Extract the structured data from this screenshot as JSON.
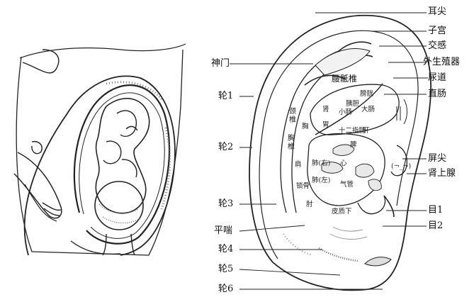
{
  "right_labels": {
    "ear_apex": "耳尖",
    "uterus": "子宫",
    "sympathetic": "交感",
    "external_genitalia": "外生殖器",
    "urethra": "尿道",
    "rectum": "直肠",
    "tragus_apex": "屏尖",
    "adrenal": "肾上腺",
    "eye1": "目1",
    "eye2": "目2"
  },
  "left_labels": {
    "shenmen": "神门",
    "helix1": "轮1",
    "helix2": "轮2",
    "helix3": "轮3",
    "antitragus_apex": "平喘",
    "helix4": "轮4",
    "helix5": "轮5",
    "helix6": "轮6"
  },
  "inner_labels": {
    "lumbosacral_spine": "腰骶椎",
    "pancreas": "胰胆",
    "bladder": "膀胱",
    "small_intestine": "小肠",
    "large_intestine": "大肠",
    "kidney": "肾",
    "stomach": "胃",
    "duodenum": "十二指肠",
    "liver": "肝",
    "lung_right": "肺(右)",
    "lung_left": "肺(左)",
    "heart": "心",
    "trachea": "气管",
    "spleen": "脾",
    "subcortex": "皮质下",
    "neck_vertebra": "颈椎",
    "thoracic_vertebra": "胸椎",
    "shoulder": "肩",
    "clavicle": "锁骨",
    "chest": "胸",
    "elbow": "肘",
    "eye_symbol": "(¬_¬)"
  }
}
